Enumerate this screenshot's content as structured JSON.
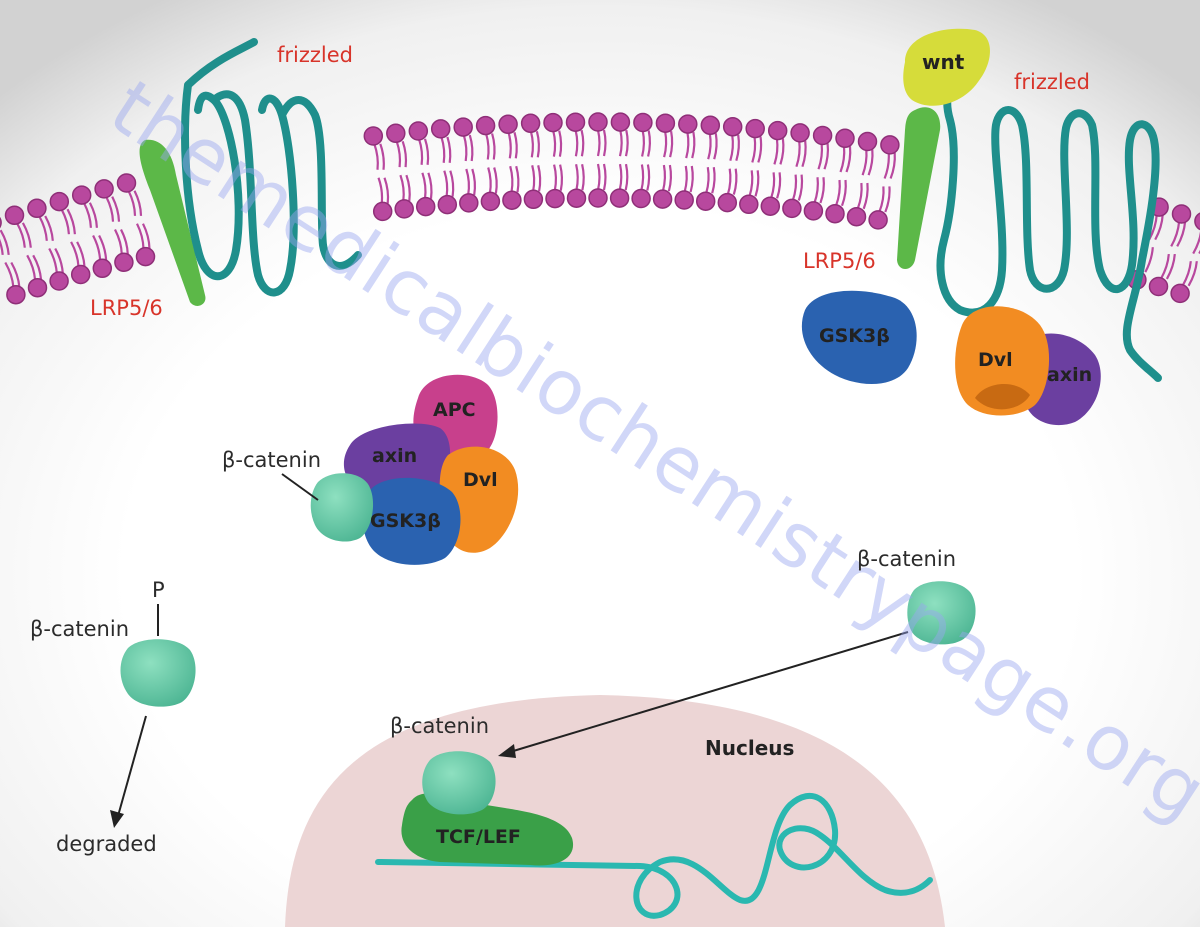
{
  "labels": {
    "frizzled_left": "frizzled",
    "frizzled_right": "frizzled",
    "lrp_left": "LRP5/6",
    "lrp_right": "LRP5/6",
    "wnt": "wnt",
    "gsk3b_top": "GSK3β",
    "dvl_top": "Dvl",
    "axin_top": "axin",
    "apc": "APC",
    "axin_complex": "axin",
    "dvl_complex": "Dvl",
    "gsk3b_complex": "GSK3β",
    "bcat_complex": "β-catenin",
    "bcat_free_right": "β-catenin",
    "bcat_phos": "β-catenin",
    "phosphate": "P",
    "degraded": "degraded",
    "bcat_nucleus": "β-catenin",
    "nucleus": "Nucleus",
    "tcf_lef": "TCF/LEF"
  },
  "watermark": "themedicalbiochemistrypage.org",
  "colors": {
    "lipid": "#b8489e",
    "frizzled": "#1f8f8c",
    "lrp": "#5cb848",
    "wnt": "#d6dc3a",
    "gsk3b": "#2a62b0",
    "dvl": "#f28c22",
    "axin": "#6b3fa0",
    "apc": "#c8408c",
    "beta_catenin": "#6cccaa",
    "tcf_lef": "#3aa048",
    "dna": "#2ab8b0",
    "nucleus": "#ecd5d5",
    "label_red": "#d8342a",
    "label_dark": "#2b2b2b"
  }
}
